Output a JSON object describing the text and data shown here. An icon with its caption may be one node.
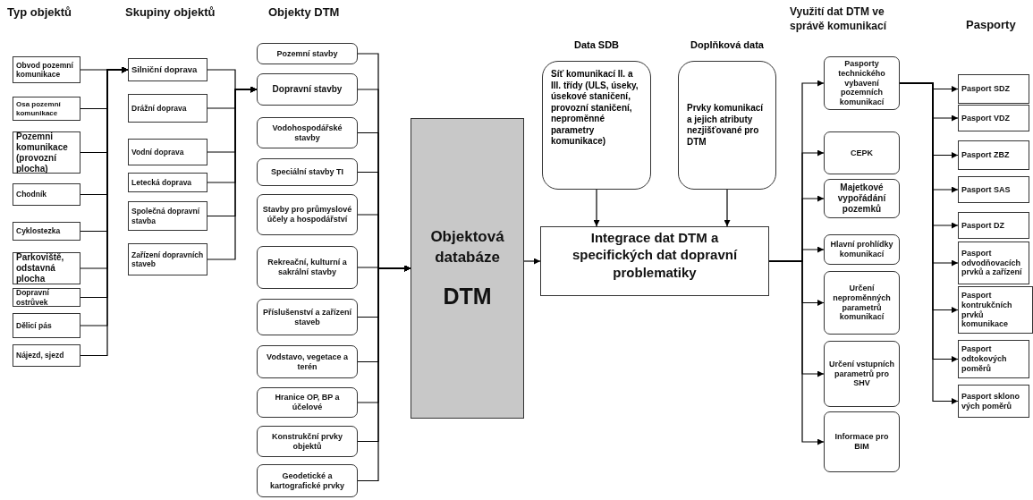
{
  "diagram": {
    "nodes": [
      {
        "text": [
          "Obvod pozemní komunikace"
        ]
      },
      {
        "text": [
          "Osa pozemní komunikace"
        ]
      },
      {
        "text": [
          "Pozemni komunikace (provozní plocha)"
        ]
      },
      {
        "text": [
          "Chodník"
        ]
      },
      {
        "text": [
          "Cyklostezka"
        ]
      },
      {
        "text": [
          "Parkoviště, odstavná plocha"
        ]
      },
      {
        "text": [
          "Dopravní ostrůvek"
        ]
      },
      {
        "text": [
          "Dělicí pás"
        ]
      },
      {
        "text": [
          "Nájezd, sjezd"
        ]
      },
      {
        "text": [
          "Silniční doprava"
        ]
      },
      {
        "text": [
          "Drážní doprava"
        ]
      },
      {
        "text": [
          "Vodní doprava"
        ]
      },
      {
        "text": [
          "Letecká doprava"
        ]
      },
      {
        "text": [
          "Společná dopravní stavba"
        ]
      },
      {
        "text": [
          "Zařízení dopravních staveb"
        ]
      },
      {
        "text": [
          "Pozemní stavby"
        ]
      },
      {
        "text": [
          "Dopravní stavby"
        ]
      },
      {
        "text": [
          "Vodohospodářské stavby"
        ]
      },
      {
        "text": [
          "Speciální stavby TI"
        ]
      },
      {
        "text": [
          "Stavby pro průmyslové účely a hospodářství"
        ]
      },
      {
        "text": [
          "Rekreační, kulturní a sakrální stavby"
        ]
      },
      {
        "text": [
          "Příslušenství a zařízení staveb"
        ]
      },
      {
        "text": [
          "Vodstavo, vegetace a terén"
        ]
      },
      {
        "text": [
          "Hranice OP, BP a účelové"
        ]
      },
      {
        "text": [
          "Konstrukční prvky objektů"
        ]
      },
      {
        "text": [
          "Geodetické a kartografické prvky"
        ]
      },
      {
        "text": [
          "Objektová databáze",
          "DTM"
        ]
      },
      {
        "text": [
          "Data SDB",
          "Síť komunikací II. a III. třídy (ULS, úseky, úsekové staničení, provozní staničení, neproměnné parametry komunikace)"
        ]
      },
      {
        "text": [
          "Doplňková data",
          "Prvky komunikací a jejich atributy nezjišťované pro DTM"
        ]
      },
      {
        "text": [
          "Integrace dat DTM a specifických dat dopravní problematiky"
        ]
      },
      {
        "text": [
          "Pasporty technického vybavení pozemních komunikací"
        ]
      },
      {
        "text": [
          "CEPK"
        ]
      },
      {
        "text": [
          "Majetkové vypořádání pozemků"
        ]
      },
      {
        "text": [
          "Hlavní prohlídky komunikací"
        ]
      },
      {
        "text": [
          "Určení neproměnných parametrů komunikací"
        ]
      },
      {
        "text": [
          "Určení vstupních parametrů pro SHV"
        ]
      },
      {
        "text": [
          "Informace pro BIM"
        ]
      },
      {
        "text": [
          "Pasport SDZ"
        ]
      },
      {
        "text": [
          "Pasport VDZ"
        ]
      },
      {
        "text": [
          "Pasport ZBZ"
        ]
      },
      {
        "text": [
          "Pasport SAS"
        ]
      },
      {
        "text": [
          "Pasport DZ"
        ]
      },
      {
        "text": [
          "Pasport odvodňovacích prvků a zařízení"
        ]
      },
      {
        "text": [
          "Pasport kontrukčních prvků komunikace"
        ]
      },
      {
        "text": [
          "Pasport odtokových poměrů"
        ]
      },
      {
        "text": [
          "Pasport sklono vých poměrů"
        ]
      }
    ],
    "edges": [
      {
        "from": 0,
        "to": 9,
        "arrow": "to"
      },
      {
        "from": 1,
        "to": 9,
        "arrow": "to"
      },
      {
        "from": 2,
        "to": 9,
        "arrow": "to"
      },
      {
        "from": 3,
        "to": 9,
        "arrow": "to"
      },
      {
        "from": 4,
        "to": 9,
        "arrow": "to"
      },
      {
        "from": 5,
        "to": 9,
        "arrow": "to"
      },
      {
        "from": 6,
        "to": 9,
        "arrow": "to"
      },
      {
        "from": 7,
        "to": 9,
        "arrow": "to"
      },
      {
        "from": 8,
        "to": 9,
        "arrow": "to"
      },
      {
        "from": 9,
        "to": 16,
        "arrow": "to"
      },
      {
        "from": 10,
        "to": 16,
        "arrow": "to"
      },
      {
        "from": 11,
        "to": 16,
        "arrow": "to"
      },
      {
        "from": 12,
        "to": 16,
        "arrow": "to"
      },
      {
        "from": 13,
        "to": 16,
        "arrow": "to"
      },
      {
        "from": 14,
        "to": 16,
        "arrow": "to"
      },
      {
        "from": 15,
        "to": 26,
        "arrow": "to"
      },
      {
        "from": 16,
        "to": 26,
        "arrow": "to"
      },
      {
        "from": 17,
        "to": 26,
        "arrow": "to"
      },
      {
        "from": 18,
        "to": 26,
        "arrow": "to"
      },
      {
        "from": 19,
        "to": 26,
        "arrow": "to"
      },
      {
        "from": 20,
        "to": 26,
        "arrow": "to"
      },
      {
        "from": 21,
        "to": 26,
        "arrow": "to"
      },
      {
        "from": 22,
        "to": 26,
        "arrow": "to"
      },
      {
        "from": 23,
        "to": 26,
        "arrow": "to"
      },
      {
        "from": 24,
        "to": 26,
        "arrow": "to"
      },
      {
        "from": 25,
        "to": 26,
        "arrow": "to"
      },
      {
        "from": 26,
        "to": 29,
        "arrow": "to"
      },
      {
        "from": 27,
        "to": 29,
        "arrow": "to"
      },
      {
        "from": 28,
        "to": 29,
        "arrow": "to"
      },
      {
        "from": 29,
        "to": 30,
        "arrow": "to"
      },
      {
        "from": 29,
        "to": 31,
        "arrow": "to"
      },
      {
        "from": 29,
        "to": 32,
        "arrow": "to"
      },
      {
        "from": 29,
        "to": 33,
        "arrow": "to"
      },
      {
        "from": 29,
        "to": 34,
        "arrow": "to"
      },
      {
        "from": 29,
        "to": 35,
        "arrow": "to"
      },
      {
        "from": 29,
        "to": 36,
        "arrow": "to"
      },
      {
        "from": 30,
        "to": 37,
        "arrow": "to"
      },
      {
        "from": 30,
        "to": 38,
        "arrow": "to"
      },
      {
        "from": 30,
        "to": 39,
        "arrow": "to"
      },
      {
        "from": 30,
        "to": 40,
        "arrow": "to"
      },
      {
        "from": 30,
        "to": 41,
        "arrow": "to"
      },
      {
        "from": 30,
        "to": 42,
        "arrow": "to"
      },
      {
        "from": 30,
        "to": 43,
        "arrow": "to"
      },
      {
        "from": 30,
        "to": 44,
        "arrow": "to"
      },
      {
        "from": 30,
        "to": 45,
        "arrow": "to"
      }
    ],
    "labels": [
      "Typ objektů",
      "Skupiny objektů",
      "Objekty DTM",
      "Využití dat DTM ve správě komunikací",
      "Pasporty"
    ]
  }
}
